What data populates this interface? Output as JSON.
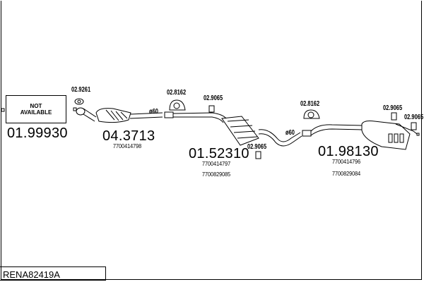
{
  "diagram_code": "RENA82419A",
  "parts": [
    {
      "number": "01.99930",
      "label": "NOT AVAILABLE",
      "label_lines": [
        "NOT",
        "AVAILABLE"
      ]
    },
    {
      "number": "04.3713",
      "refs": [
        "7700414798"
      ]
    },
    {
      "number": "01.52310",
      "refs": [
        "7700414797",
        "7700829085"
      ]
    },
    {
      "number": "01.98130",
      "refs": [
        "7700414796",
        "7700829084"
      ]
    }
  ],
  "accessories": [
    "02.9261",
    "02.8162",
    "02.9065",
    "02.9065",
    "02.8162",
    "02.9065",
    "02.9065"
  ],
  "pipe_diameters": [
    "ø60",
    "ø60"
  ]
}
